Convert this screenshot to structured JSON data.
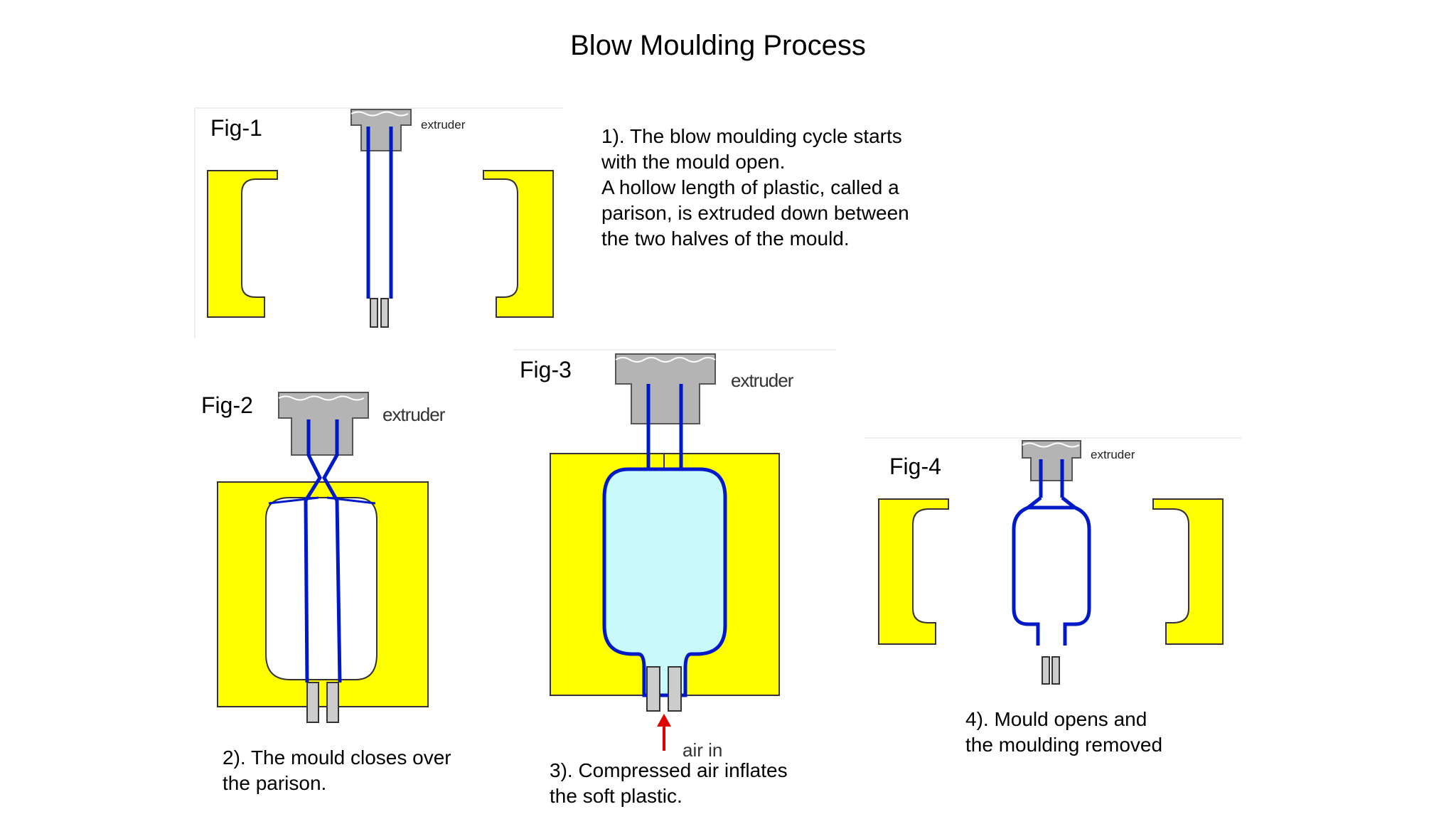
{
  "title": "Blow Moulding Process",
  "figures": [
    {
      "label": "Fig-1",
      "extruder_label": "extruder",
      "caption": [
        "1). The blow moulding cycle starts",
        "with the mould open.",
        "A hollow length of plastic, called a",
        "parison, is extruded down between",
        "the two halves of the mould."
      ]
    },
    {
      "label": "Fig-2",
      "extruder_label": "extruder",
      "caption": [
        "2). The mould closes over",
        "the parison."
      ]
    },
    {
      "label": "Fig-3",
      "extruder_label": "extruder",
      "air_label": "air in",
      "caption": [
        "3). Compressed air inflates",
        "the soft plastic."
      ]
    },
    {
      "label": "Fig-4",
      "extruder_label": "extruder",
      "caption": [
        "4). Mould opens and",
        "the moulding removed"
      ]
    }
  ],
  "colors": {
    "mould": "#ffff00",
    "parison": "#0019c8",
    "extruder": "#b4b4b4",
    "air_fill": "#c8fafc",
    "air_arrow": "#e00000"
  }
}
